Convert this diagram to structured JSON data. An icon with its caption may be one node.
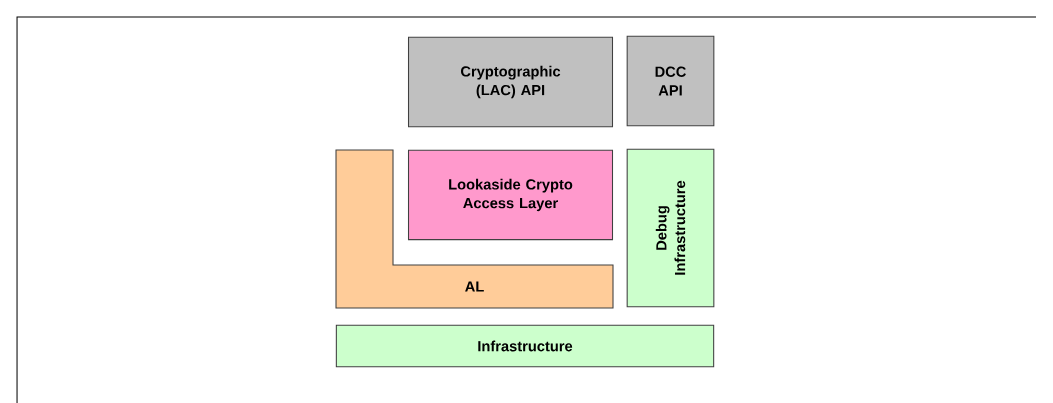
{
  "diagram": {
    "nodes": [
      {
        "text": [
          "Cryptographic (LAC) API"
        ]
      },
      {
        "text": [
          "DCC API"
        ]
      },
      {
        "text": [
          "AL"
        ]
      },
      {
        "text": [
          "Lookaside Crypto Access Layer"
        ]
      },
      {
        "text": [
          "Debug Infrastructure"
        ]
      },
      {
        "text": [
          "Infrastructure"
        ]
      }
    ]
  }
}
